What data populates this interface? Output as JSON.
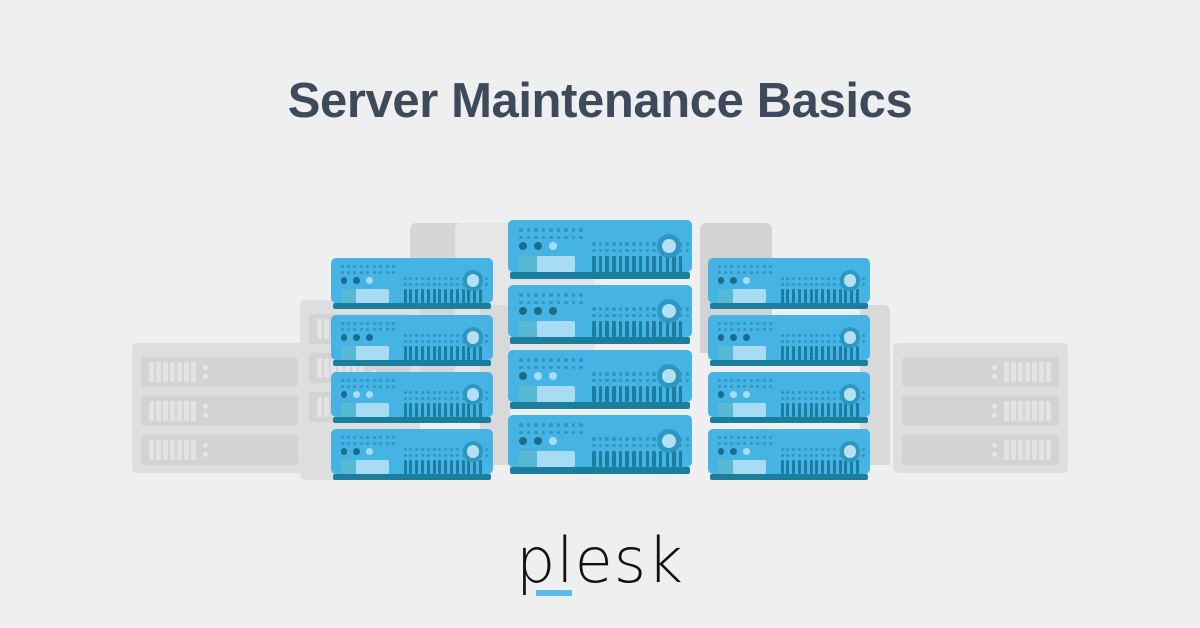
{
  "page": {
    "title": "Server Maintenance Basics",
    "background_color": "#efefef",
    "title_color": "#3c4a5c"
  },
  "brand": {
    "name": "plesk",
    "accent_color": "#58bde8",
    "text_color": "#111111",
    "underscore_icon": "underscore-accent"
  },
  "illustration": {
    "name": "server-racks-illustration",
    "palette": {
      "server_body": "#45b4e4",
      "server_base": "#1b7e9e",
      "dot_grid": "#2e97c0",
      "led_dark": "#186d8c",
      "led_light": "#a8dcf2",
      "panel_left": "#58b9d4",
      "panel_right": "#a8dcf2",
      "vent": "#1b7e9e",
      "dial_ring": "#2e97c0",
      "dial_inner": "#b3e0f2",
      "gray_rack": "#dedede",
      "gray_slot": "#d3d3d3",
      "gray_vent": "#e3e3e3"
    },
    "gray_racks": [
      {
        "name": "gray-rack-far-left",
        "slots": 3,
        "vent_side": "left"
      },
      {
        "name": "gray-rack-far-right",
        "slots": 3,
        "vent_side": "right"
      },
      {
        "name": "gray-rack-behind-left",
        "slots": 3,
        "vent_side": "left"
      },
      {
        "name": "gray-rack-behind-center",
        "slots": 0,
        "vent_side": "none"
      },
      {
        "name": "gray-rack-behind-right",
        "slots": 0,
        "vent_side": "none"
      }
    ],
    "stacks": [
      {
        "name": "server-stack-left",
        "units": [
          {
            "label": "left-unit-1",
            "leds": [
              "dark",
              "dark",
              "light"
            ]
          },
          {
            "label": "left-unit-2",
            "leds": [
              "dark",
              "dark",
              "dark"
            ]
          },
          {
            "label": "left-unit-3",
            "leds": [
              "dark",
              "light",
              "light"
            ]
          },
          {
            "label": "left-unit-4",
            "leds": [
              "dark",
              "dark",
              "light"
            ]
          }
        ]
      },
      {
        "name": "server-stack-center",
        "units": [
          {
            "label": "center-unit-1",
            "leds": [
              "dark",
              "dark",
              "light"
            ]
          },
          {
            "label": "center-unit-2",
            "leds": [
              "dark",
              "dark",
              "dark"
            ]
          },
          {
            "label": "center-unit-3",
            "leds": [
              "dark",
              "light",
              "light"
            ]
          },
          {
            "label": "center-unit-4",
            "leds": [
              "dark",
              "dark",
              "light"
            ]
          }
        ]
      },
      {
        "name": "server-stack-right",
        "units": [
          {
            "label": "right-unit-1",
            "leds": [
              "dark",
              "dark",
              "light"
            ]
          },
          {
            "label": "right-unit-2",
            "leds": [
              "dark",
              "dark",
              "dark"
            ]
          },
          {
            "label": "right-unit-3",
            "leds": [
              "dark",
              "light",
              "light"
            ]
          },
          {
            "label": "right-unit-4",
            "leds": [
              "dark",
              "dark",
              "light"
            ]
          }
        ]
      }
    ]
  }
}
